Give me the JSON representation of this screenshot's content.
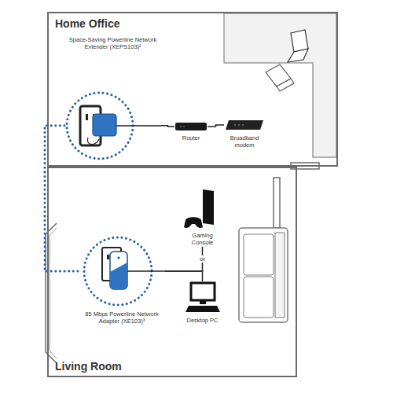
{
  "diagram": {
    "nodes": [
      {
        "text": [
          "Home Office"
        ]
      },
      {
        "text": [
          "Space-Saving Powerline Network Extender (XEPS103)²"
        ],
        "in": 0
      },
      {
        "text": [
          "Router"
        ],
        "in": 0
      },
      {
        "text": [
          "Broadband modem"
        ],
        "in": 0
      },
      {
        "text": [
          "Living Room"
        ]
      },
      {
        "text": [
          "Gaming Console"
        ],
        "in": 4
      },
      {
        "text": [
          "Desktop PC"
        ],
        "in": 4
      },
      {
        "text": [
          "85 Mbps Powerline Network Adapter (XE103)³"
        ],
        "in": 4
      }
    ],
    "edges": [
      {
        "from": 1,
        "to": 2,
        "arrow": "none"
      },
      {
        "from": 2,
        "to": 3,
        "arrow": "none"
      },
      {
        "from": 1,
        "to": 7,
        "arrow": "none"
      },
      {
        "from": 7,
        "to": 5,
        "arrow": "none"
      },
      {
        "from": 7,
        "to": 6,
        "arrow": "none"
      }
    ],
    "labels": [
      "or"
    ]
  }
}
